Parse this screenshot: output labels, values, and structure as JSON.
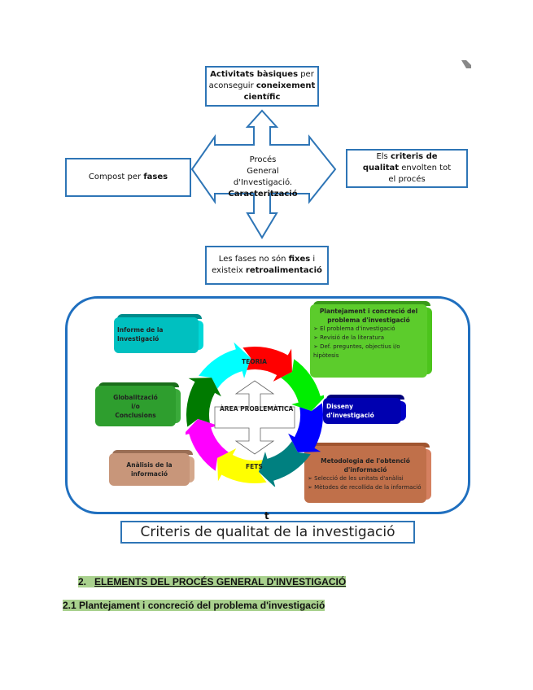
{
  "top_diagram": {
    "top_box": {
      "parts": [
        {
          "text": "Activitats bàsiques",
          "bold": true
        },
        {
          "text": " per aconseguir ",
          "bold": false
        },
        {
          "text": "coneixement científic",
          "bold": true
        }
      ]
    },
    "left_box": {
      "parts": [
        {
          "text": "Compost per ",
          "bold": false
        },
        {
          "text": "fases",
          "bold": true
        }
      ]
    },
    "right_box": {
      "parts": [
        {
          "text": "Els ",
          "bold": false
        },
        {
          "text": "criteris de qualitat",
          "bold": true
        },
        {
          "text": " envolten tot el procés",
          "bold": false
        }
      ]
    },
    "bottom_box": {
      "parts": [
        {
          "text": "Les fases no són ",
          "bold": false
        },
        {
          "text": "fixes",
          "bold": true
        },
        {
          "text": " i existeix ",
          "bold": false
        },
        {
          "text": "retroalimentació",
          "bold": true
        }
      ]
    },
    "center": {
      "line1": "Procés",
      "line2": "General",
      "line3": "d'Investigació.",
      "line4": "Caracterització"
    }
  },
  "cycle_diagram": {
    "center_label": "ÀREA PROBLEMÀTICA",
    "top_label": "TEORIA",
    "bottom_label": "FETS",
    "arrow_colors": [
      "#ff0000",
      "#00ee00",
      "#0000ff",
      "#008080",
      "#ffff00",
      "#ff00ff",
      "#007a00",
      "#00ffff"
    ],
    "blocks": {
      "informe": {
        "title": "Informe de la Investigació",
        "color": "#00c0c0"
      },
      "plantejament": {
        "title": "Plantejament i concreció del problema d'investigació",
        "color": "#5ccc2c",
        "items": [
          "➢ El problema d'investigació",
          "➢ Revisió de la literatura",
          "➢ Def. preguntes, objectius i/o hipòtesis"
        ]
      },
      "disseny": {
        "title": "Disseny d'investigació",
        "color": "#0000b0"
      },
      "metodologia": {
        "title": "Metodologia de l'obtenció d'informació",
        "color": "#c0704a",
        "items": [
          "➢ Selecció de les unitats d'anàlisi",
          "➢ Mètodes de recollida de la informació"
        ]
      },
      "analisi": {
        "title_line1": "Anàlisis de la",
        "title_line2": "informació",
        "color": "#c8967a"
      },
      "globalitzacio": {
        "line1": "Globalització",
        "line2": "i/o",
        "line3": "Conclusions",
        "color": "#2e9e2e"
      }
    },
    "connector_glyph": "t"
  },
  "criteris_box": {
    "text": "Criteris de qualitat de la investigació"
  },
  "section_heading": {
    "number": "2.",
    "title": "ELEMENTS DEL PROCÉS GENERAL D'INVESTIGACIÓ"
  },
  "subsection_heading": {
    "text": "2.1 Plantejament i concreció del problema d'investigació"
  },
  "colors": {
    "box_border": "#2e75b6",
    "frame_border": "#1f6fbf",
    "heading_highlight": "#a9d18e"
  }
}
